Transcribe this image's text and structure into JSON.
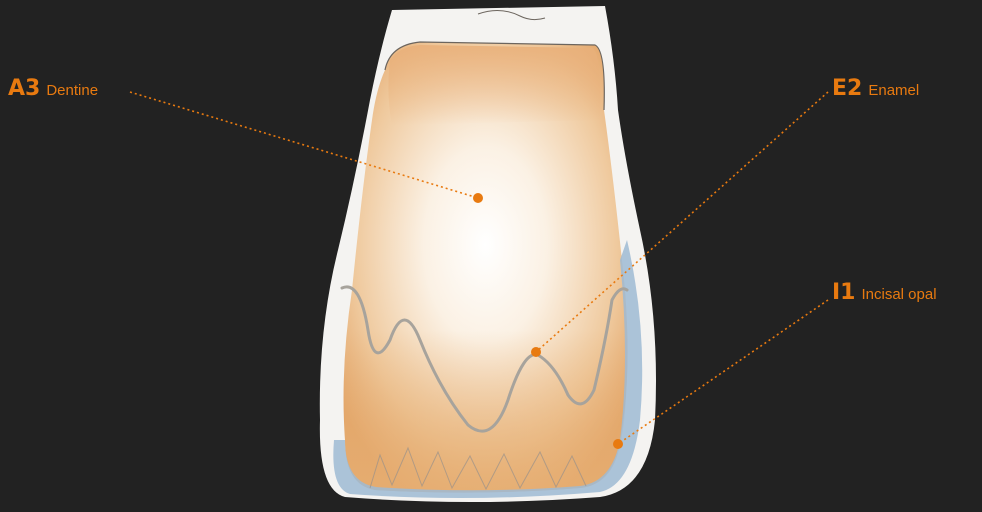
{
  "colors": {
    "background": "#222222",
    "accent": "#e87a10",
    "paper": "#f4f3f1",
    "dentine": "#e7b27c",
    "enamel_line": "#a7a39c",
    "incisal_opal": "#9dbad3"
  },
  "labels": [
    {
      "code": "A3",
      "text": "Dentine"
    },
    {
      "code": "E2",
      "text": "Enamel"
    },
    {
      "code": "I1",
      "text": "Incisal opal"
    }
  ]
}
